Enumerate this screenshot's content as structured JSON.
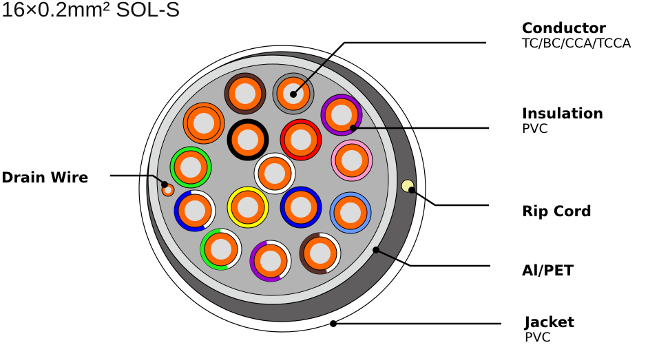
{
  "title": "16×0.2mm² SOL-S",
  "labels": {
    "conductor": {
      "name": "Conductor",
      "value": "TC/BC/CCA/TCCA"
    },
    "insulation": {
      "name": "Insulation",
      "value": "PVC"
    },
    "drain_wire": {
      "name": "Drain Wire"
    },
    "rip_cord": {
      "name": "Rip Cord"
    },
    "al_pet": {
      "name": "Al/PET"
    },
    "jacket": {
      "name": "Jacket",
      "value": "PVC"
    }
  },
  "colors": {
    "jacket": "#5f5d5e",
    "shield": "#dcdddd",
    "filler": "#b3b3b3",
    "conductor_ring": "#ff6600",
    "conductor_core": "#dcdcdc",
    "rip_cord": "#f2f0a0"
  },
  "cores": [
    {
      "name": "brown",
      "color": "#5a3028",
      "stripe": false
    },
    {
      "name": "gray",
      "color": "#8a8a8a",
      "stripe": false
    },
    {
      "name": "orange",
      "color": "#ff6600",
      "stripe": false
    },
    {
      "name": "black",
      "color": "#000000",
      "stripe": false
    },
    {
      "name": "red",
      "color": "#ff0000",
      "stripe": false
    },
    {
      "name": "violet",
      "color": "#9900cc",
      "stripe": false
    },
    {
      "name": "pink",
      "color": "#ff99cc",
      "stripe": false
    },
    {
      "name": "green",
      "color": "#22ee22",
      "stripe": false
    },
    {
      "name": "white",
      "color": "#ffffff",
      "stripe": false
    },
    {
      "name": "blue-white",
      "color": "#0000ee",
      "stripe": true
    },
    {
      "name": "yellow",
      "color": "#ffff00",
      "stripe": false
    },
    {
      "name": "blue",
      "color": "#0000ee",
      "stripe": false
    },
    {
      "name": "light-blue",
      "color": "#6699ff",
      "stripe": false
    },
    {
      "name": "green-white",
      "color": "#22ee22",
      "stripe": true
    },
    {
      "name": "violet-white",
      "color": "#9900cc",
      "stripe": true
    },
    {
      "name": "brown-white",
      "color": "#5a3028",
      "stripe": true
    }
  ]
}
